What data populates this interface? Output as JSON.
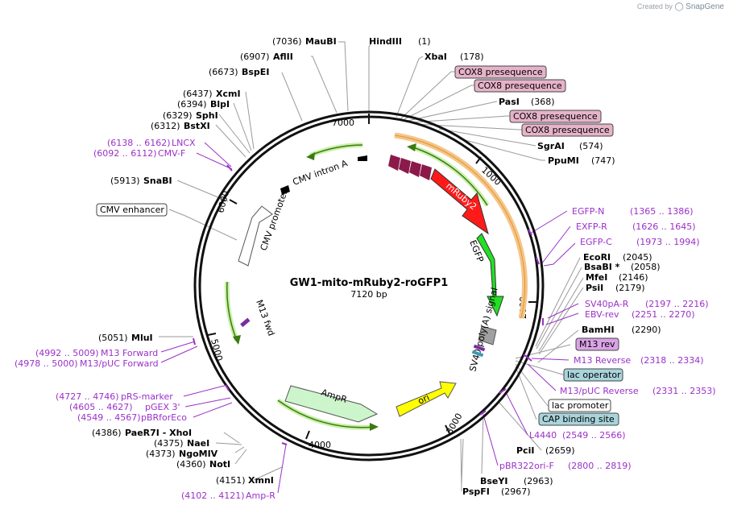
{
  "credit": {
    "prefix": "Created by",
    "brand": "SnapGene"
  },
  "plasmid": {
    "name": "GW1-mito-mRuby2-roGFP1",
    "length": "7120 bp"
  },
  "ticks": [
    "1000",
    "2000",
    "3000",
    "4000",
    "5000",
    "6000",
    "7000"
  ],
  "features": {
    "cmv_intron": "CMV intron A",
    "cmv_promoter": "CMV promoter",
    "mruby": "mRuby2",
    "egfp": "EGFP",
    "sv40": "SV40 poly(A) signal",
    "m13fwd": "M13 fwd",
    "ampr": "AmpR",
    "ori": "ori"
  },
  "sites": [
    {
      "name": "HindIII",
      "pos": "(1)"
    },
    {
      "name": "XbaI",
      "pos": "(178)"
    },
    {
      "name": "PasI",
      "pos": "(368)"
    },
    {
      "name": "SgrAI",
      "pos": "(574)"
    },
    {
      "name": "PpuMI",
      "pos": "(747)"
    },
    {
      "name": "EcoRI",
      "pos": "(2045)"
    },
    {
      "name": "BsaBI *",
      "pos": "(2058)"
    },
    {
      "name": "MfeI",
      "pos": "(2146)"
    },
    {
      "name": "PsiI",
      "pos": "(2179)"
    },
    {
      "name": "BamHI",
      "pos": "(2290)"
    },
    {
      "name": "PciI",
      "pos": "(2659)"
    },
    {
      "name": "BseYI",
      "pos": "(2963)"
    },
    {
      "name": "PspFI",
      "pos": "(2967)"
    },
    {
      "name": "XmnI",
      "pos": "(4151)"
    },
    {
      "name": "NotI",
      "pos": "(4360)"
    },
    {
      "name": "NgoMIV",
      "pos": "(4373)"
    },
    {
      "name": "NaeI",
      "pos": "(4375)"
    },
    {
      "name": "PaeR7I - XhoI",
      "pos": "(4386)"
    },
    {
      "name": "MluI",
      "pos": "(5051)"
    },
    {
      "name": "SnaBI",
      "pos": "(5913)"
    },
    {
      "name": "BstXI",
      "pos": "(6312)"
    },
    {
      "name": "SphI",
      "pos": "(6329)"
    },
    {
      "name": "BlpI",
      "pos": "(6394)"
    },
    {
      "name": "XcmI",
      "pos": "(6437)"
    },
    {
      "name": "BspEI",
      "pos": "(6673)"
    },
    {
      "name": "AflII",
      "pos": "(6907)"
    },
    {
      "name": "MauBI",
      "pos": "(7036)"
    }
  ],
  "primers": [
    {
      "name": "EGFP-N",
      "range": "(1365 .. 1386)"
    },
    {
      "name": "EXFP-R",
      "range": "(1626 .. 1645)"
    },
    {
      "name": "EGFP-C",
      "range": "(1973 .. 1994)"
    },
    {
      "name": "SV40pA-R",
      "range": "(2197 .. 2216)"
    },
    {
      "name": "EBV-rev",
      "range": "(2251 .. 2270)"
    },
    {
      "name": "M13 Reverse",
      "range": "(2318 .. 2334)"
    },
    {
      "name": "M13/pUC Reverse",
      "range": "(2331 .. 2353)"
    },
    {
      "name": "L4440",
      "range": "(2549 .. 2566)"
    },
    {
      "name": "pBR322ori-F",
      "range": "(2800 .. 2819)"
    },
    {
      "name": "Amp-R",
      "range": "(4102 .. 4121)"
    },
    {
      "name": "pBRforEco",
      "range": "(4549 .. 4567)"
    },
    {
      "name": "pGEX 3'",
      "range": "(4605 .. 4627)"
    },
    {
      "name": "pRS-marker",
      "range": "(4727 .. 4746)"
    },
    {
      "name": "M13/pUC Forward",
      "range": "(4978 .. 5000)"
    },
    {
      "name": "M13 Forward",
      "range": "(4992 .. 5009)"
    },
    {
      "name": "CMV-F",
      "range": "(6092 .. 6112)"
    },
    {
      "name": "LNCX",
      "range": "(6138 .. 6162)"
    }
  ],
  "boxes": {
    "cox8": "COX8 presequence",
    "m13rev": "M13 rev",
    "lac_operator": "lac operator",
    "lac_promoter": "lac promoter",
    "cap": "CAP binding site",
    "cmv_enhancer": "CMV enhancer"
  },
  "colors": {
    "pink_box": "#e6b3c8",
    "teal_box": "#a8d4dc",
    "violet_box": "#d9a3e6",
    "primer": "#9b30c8",
    "mruby": "#ff1a1a",
    "egfp": "#22e022",
    "ori": "#ffff00",
    "ampr": "#ccf5cc"
  }
}
